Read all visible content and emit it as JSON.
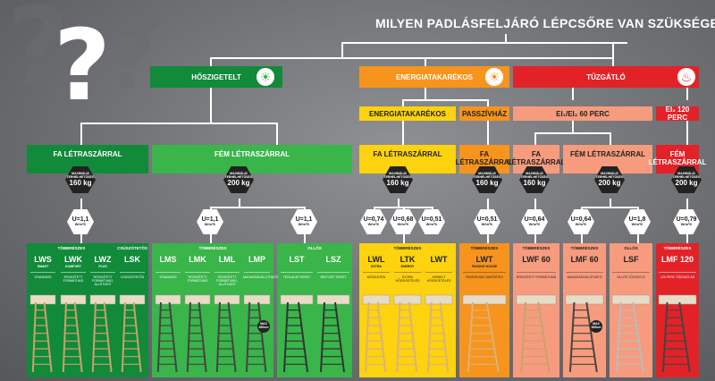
{
  "title": "MILYEN PADLÁSFELJÁRÓ LÉPCSŐRE VAN SZÜKSÉGE?",
  "question_mark": "?",
  "categories": {
    "hoszigetelt": "HŐSZIGETELT",
    "energiatakarekos": "ENERGIATAKARÉKOS",
    "tuzgatlo": "TŰZGÁTLÓ"
  },
  "subcategories": {
    "energiatakarekos": "ENERGIATAKARÉKOS",
    "passzivhaz": "PASSZÍVHÁZ",
    "ei60": "EI₁/EI₂ 60 PERC",
    "ei120": "EI₂ 120 PERC"
  },
  "material": {
    "fa": "FA LÉTRASZÁRRAL",
    "fem": "FÉM LÉTRASZÁRRAL"
  },
  "load": {
    "label": "MAXIMÁLIS TERHELHETŐSÉG",
    "v160": "160 kg",
    "v200": "200 kg"
  },
  "u_unit": "W/m²K",
  "u_values": {
    "u11": "U=1,1",
    "u074": "U=0,74",
    "u068": "U=0,68",
    "u051": "U=0,51",
    "u064": "U=0,64",
    "u18": "U=1,8",
    "u079": "U=0,79"
  },
  "panels": {
    "tobbreszes": "TÖBBRÉSZES",
    "csuszotetos": "CSÚSZÓTETŐS",
    "ollos": "OLLÓS"
  },
  "products": {
    "lws": {
      "code": "LWS",
      "sub": "SMART",
      "desc": "STANDARD"
    },
    "lwk": {
      "code": "LWK",
      "sub": "KOMFORT",
      "desc": "RÖVIDÍTETT FORMÁTUMÚ"
    },
    "lwz": {
      "code": "LWZ",
      "sub": "PLUS",
      "desc": "RÖVIDÍTETT FORMÁTUMÚ, ÁLLÍTHATÓ"
    },
    "lsk": {
      "code": "LSK",
      "sub": "",
      "desc": "CSÚSZÓTETŐS"
    },
    "lms": {
      "code": "LMS",
      "sub": "",
      "desc": "STANDARD"
    },
    "lmk": {
      "code": "LMK",
      "sub": "",
      "desc": "RÖVIDÍTETT FORMÁTUMÚ"
    },
    "lml": {
      "code": "LML",
      "sub": "",
      "desc": "RÖVIDÍTETT FORMÁTUMÚ, ÁLLÍTHATÓ"
    },
    "lmp": {
      "code": "LMP",
      "sub": "",
      "desc": "MAGASSÁGÁLLÍTHATÓ"
    },
    "lst": {
      "code": "LST",
      "sub": "",
      "desc": "TÉGLALAP KERET"
    },
    "lsz": {
      "code": "LSZ",
      "sub": "",
      "desc": "NEGYZET KERET"
    },
    "lwl": {
      "code": "LWL",
      "sub": "EXTRA",
      "desc": "KÉSZLETEN"
    },
    "ltk": {
      "code": "LTK",
      "sub": "ENERGY",
      "desc": "EXTRA HŐSZIGETELÉS"
    },
    "lwt": {
      "code": "LWT",
      "sub": "",
      "desc": "KIEMELT HŐSZIGETELÉS"
    },
    "lwt_ph": {
      "code": "LWT",
      "sub": "PASSIVE HOUSE",
      "desc": "PASSZÍVHÁZ MINŐSÍTÉS"
    },
    "lwf60": {
      "code": "LWF 60",
      "sub": "",
      "desc": "RÖVIDÍTETT FORMÁTUMÚ"
    },
    "lmf60": {
      "code": "LMF 60",
      "sub": "",
      "desc": "MAGASSÁGÁLLÍTHATÓ"
    },
    "lsf": {
      "code": "LSF",
      "sub": "",
      "desc": "OLLÓS TŰZGÁTLÓ"
    },
    "lmf120": {
      "code": "LMF 120",
      "sub": "",
      "desc": "120 PERC TŰZGÁTLÁS"
    }
  },
  "max_badge": {
    "l1": "MAX",
    "l2": "360cm"
  },
  "colors": {
    "dark_green": "#118a3a",
    "light_green": "#39b54a",
    "orange": "#f7941d",
    "yellow": "#fdd20f",
    "red": "#e32228",
    "salmon": "#f79b7e"
  }
}
